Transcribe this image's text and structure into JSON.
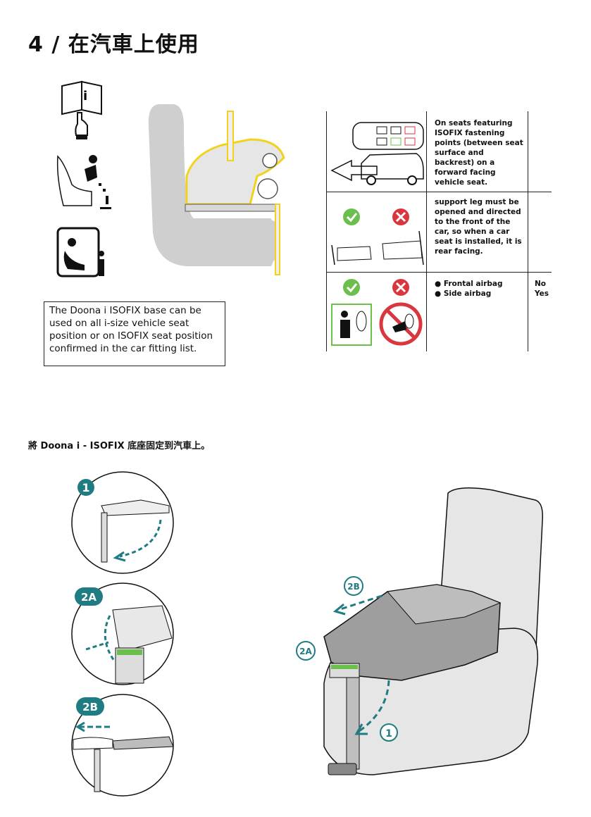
{
  "page": {
    "title": "4 / 在汽車上使用"
  },
  "notice_box": {
    "text": "The Doona i ISOFIX base can be used on all i-size vehicle seat position or on ISOFIX seat position confirmed in the car fitting list."
  },
  "table": {
    "rows": [
      {
        "text": "On seats featuring ISOFIX fastening points (between seat surface and backrest) on a forward facing vehicle seat."
      },
      {
        "text": "support leg must be opened and directed to the front of the car, so when a car seat is installed, it is rear facing."
      },
      {
        "items": [
          "Frontal airbag",
          "Side airbag"
        ],
        "values": [
          "No",
          "Yes"
        ]
      }
    ]
  },
  "instruction": {
    "text": "將 Doona i - ISOFIX 底座固定到汽車上。"
  },
  "steps": {
    "step1": "1",
    "step2a": "2A",
    "step2b": "2B"
  },
  "main_illustration": {
    "label_2b": "2B",
    "label_2a": "2A",
    "label_1": "1"
  },
  "icons": [
    "manual-info-icon",
    "child-seat-reading-icon",
    "child-seat-info-icon",
    "check-icon",
    "cross-icon",
    "airbag-warning-icon",
    "car-diagram-icon"
  ],
  "colors": {
    "accent_teal": "#1f7c82",
    "highlight_yellow": "#f2d21f",
    "check_green": "#6cbf4c",
    "cross_red": "#d9363e"
  }
}
